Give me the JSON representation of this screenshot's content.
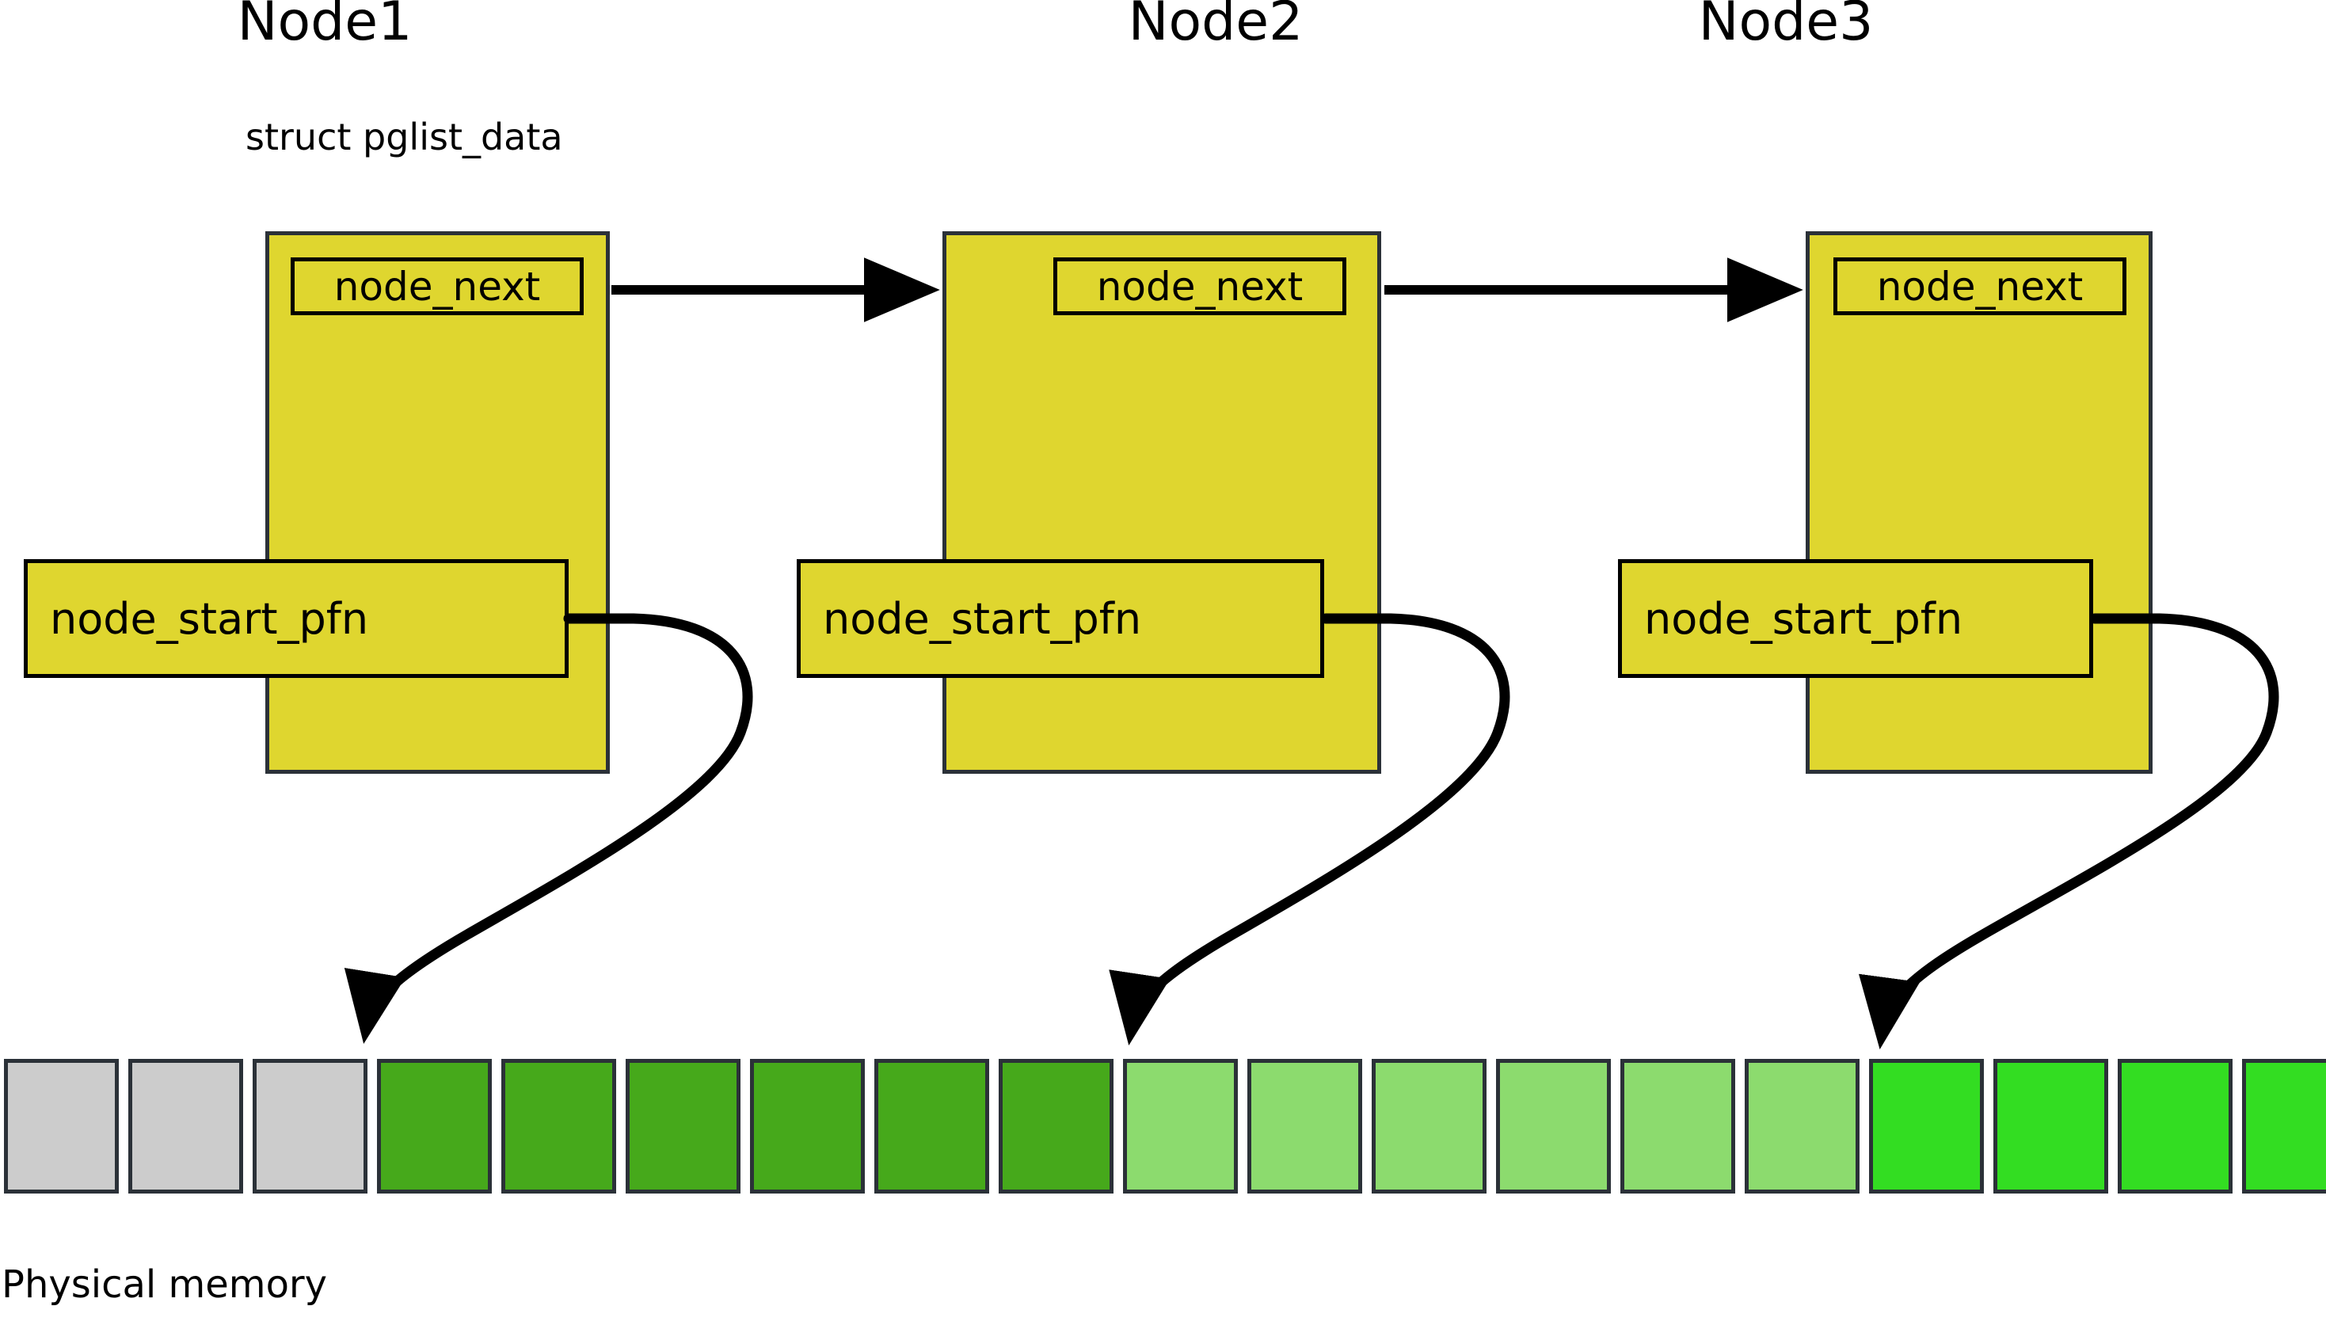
{
  "diagram": {
    "title_glyph": "linux-numa-node-diagram",
    "struct_label": "struct pglist_data",
    "physical_memory_label": "Physical memory",
    "colors": {
      "node_fill": "#DFD62F",
      "node_stroke": "#2B3138",
      "field_stroke": "#000000",
      "arrow": "#000000",
      "mem_gray": "#CCCCCC",
      "mem_dark_green": "#46A91B",
      "mem_light_green": "#8CDB6E",
      "mem_bright_green": "#33DD22",
      "mem_stroke": "#2B3138"
    }
  },
  "nodes": [
    {
      "title": "Node1",
      "next_field": "node_next",
      "start_pfn_field": "node_start_pfn"
    },
    {
      "title": "Node2",
      "next_field": "node_next",
      "start_pfn_field": "node_start_pfn"
    },
    {
      "title": "Node3",
      "next_field": "node_next",
      "start_pfn_field": "node_start_pfn"
    }
  ],
  "memory": {
    "cell_count": 19,
    "cells": [
      {
        "index": 0,
        "zone": "unused",
        "color": "#CCCCCC"
      },
      {
        "index": 1,
        "zone": "unused",
        "color": "#CCCCCC"
      },
      {
        "index": 2,
        "zone": "unused",
        "color": "#CCCCCC"
      },
      {
        "index": 3,
        "zone": "node1",
        "color": "#46A91B"
      },
      {
        "index": 4,
        "zone": "node1",
        "color": "#46A91B"
      },
      {
        "index": 5,
        "zone": "node1",
        "color": "#46A91B"
      },
      {
        "index": 6,
        "zone": "node1",
        "color": "#46A91B"
      },
      {
        "index": 7,
        "zone": "node1",
        "color": "#46A91B"
      },
      {
        "index": 8,
        "zone": "node1",
        "color": "#46A91B"
      },
      {
        "index": 9,
        "zone": "node2",
        "color": "#8CDB6E"
      },
      {
        "index": 10,
        "zone": "node2",
        "color": "#8CDB6E"
      },
      {
        "index": 11,
        "zone": "node2",
        "color": "#8CDB6E"
      },
      {
        "index": 12,
        "zone": "node2",
        "color": "#8CDB6E"
      },
      {
        "index": 13,
        "zone": "node2",
        "color": "#8CDB6E"
      },
      {
        "index": 14,
        "zone": "node2",
        "color": "#8CDB6E"
      },
      {
        "index": 15,
        "zone": "node3",
        "color": "#33DD22"
      },
      {
        "index": 16,
        "zone": "node3",
        "color": "#33DD22"
      },
      {
        "index": 17,
        "zone": "node3",
        "color": "#33DD22"
      },
      {
        "index": 18,
        "zone": "node3",
        "color": "#33DD22"
      }
    ]
  },
  "connectors": [
    {
      "name": "node1-next-to-node2",
      "kind": "straight-arrow"
    },
    {
      "name": "node2-next-to-node3",
      "kind": "straight-arrow"
    },
    {
      "name": "node1-pfn-to-memory",
      "kind": "curved-arrow"
    },
    {
      "name": "node2-pfn-to-memory",
      "kind": "curved-arrow"
    },
    {
      "name": "node3-pfn-to-memory",
      "kind": "curved-arrow"
    }
  ]
}
